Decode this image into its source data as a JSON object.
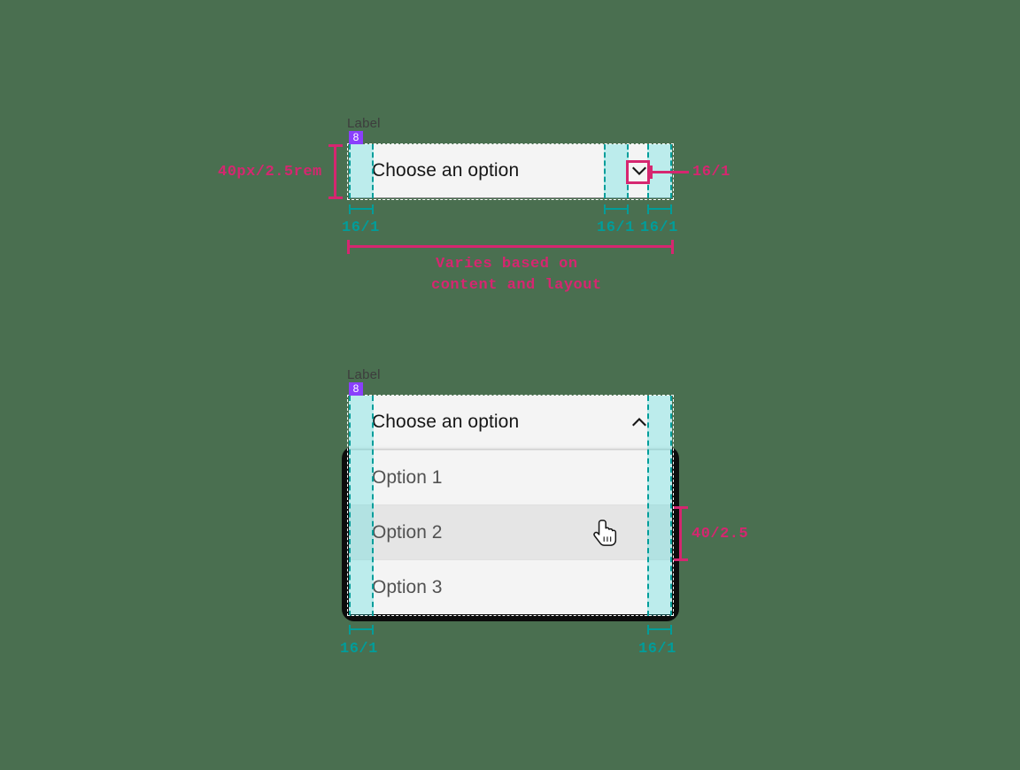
{
  "page": {
    "background_color": "#4a6f50",
    "title": "Dropdown component spacing specification"
  },
  "tokens": {
    "accent_pink": "#d62670",
    "accent_teal": "#009d9a",
    "badge_purple": "#8a3ffc",
    "field_bg": "#f4f4f4",
    "hover_bg": "#e5e5e5",
    "pad_fill": "#b3e8ec"
  },
  "closed_dropdown": {
    "label": "Label",
    "spacing_badge": "8",
    "placeholder": "Choose an option",
    "chevron_icon": "chevron-down-icon",
    "annotations": {
      "height": "40px/2.5rem",
      "left_padding": "16/1",
      "gap_before_icon": "16/1",
      "right_padding": "16/1",
      "icon_size": "16/1",
      "width_note_line1": "Varies based on",
      "width_note_line2": "content and layout"
    }
  },
  "open_dropdown": {
    "label": "Label",
    "spacing_badge": "8",
    "placeholder": "Choose an option",
    "chevron_icon": "chevron-up-icon",
    "options": [
      {
        "text": "Option 1",
        "hovered": false
      },
      {
        "text": "Option 2",
        "hovered": true
      },
      {
        "text": "Option 3",
        "hovered": false
      }
    ],
    "annotations": {
      "option_height": "40/2.5",
      "left_padding": "16/1",
      "right_padding": "16/1"
    },
    "cursor_icon": "pointer-hand-cursor"
  }
}
